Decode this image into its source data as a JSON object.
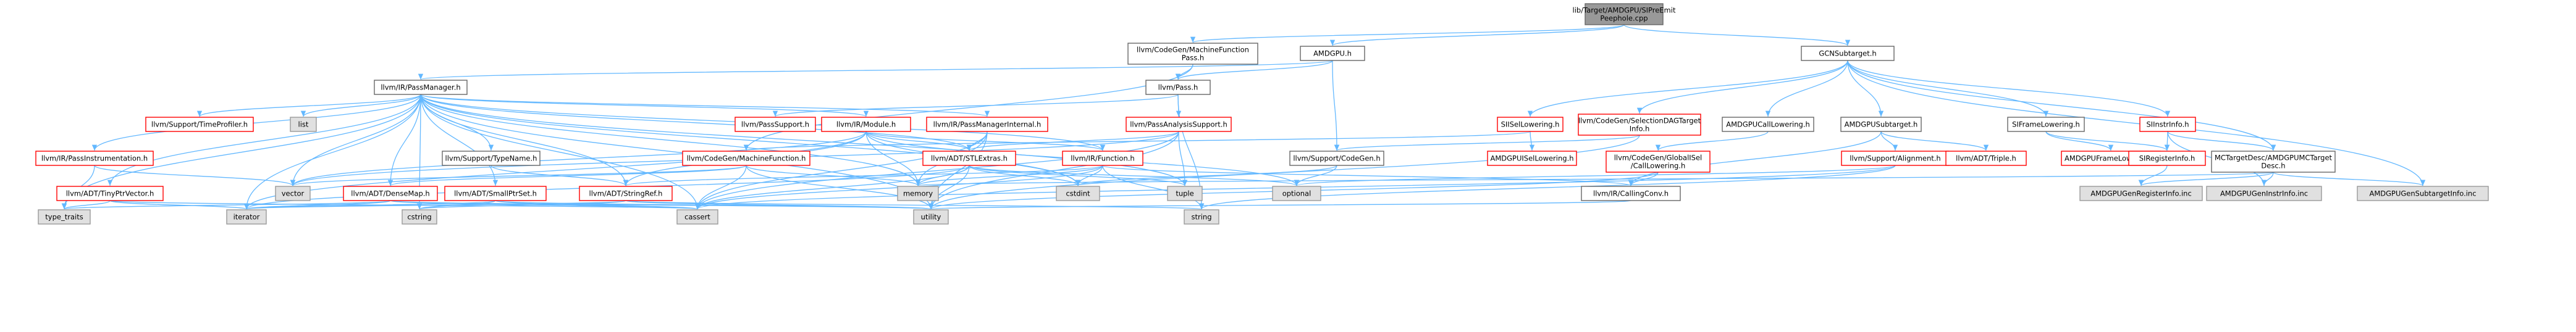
{
  "graph": {
    "title": "lib/Target/AMDGPU/SIPreEmitPeephole.cpp",
    "colors": {
      "edge": "#63b8ff",
      "root_fill": "#999999",
      "root_border": "#666666",
      "internal_fill": "#ffffff",
      "internal_border": "#666666",
      "external_fill": "#ffffff",
      "external_border": "#ff0000",
      "system_fill": "#e0e0e0",
      "system_border": "#999999"
    },
    "nodes": [
      {
        "id": "root",
        "lines": [
          "lib/Target/AMDGPU/SIPreEmit",
          "Peephole.cpp"
        ],
        "kind": "root"
      },
      {
        "id": "cg_mfp",
        "lines": [
          "llvm/CodeGen/MachineFunction",
          "Pass.h"
        ],
        "kind": "internal"
      },
      {
        "id": "amdgpu_h",
        "lines": [
          "AMDGPU.h"
        ],
        "kind": "internal"
      },
      {
        "id": "gcnsub",
        "lines": [
          "GCNSubtarget.h"
        ],
        "kind": "internal"
      },
      {
        "id": "passmgr",
        "lines": [
          "llvm/IR/PassManager.h"
        ],
        "kind": "internal"
      },
      {
        "id": "pass_h",
        "lines": [
          "llvm/Pass.h"
        ],
        "kind": "internal"
      },
      {
        "id": "timeprof",
        "lines": [
          "llvm/Support/TimeProfiler.h"
        ],
        "kind": "external"
      },
      {
        "id": "list",
        "lines": [
          "list"
        ],
        "kind": "system"
      },
      {
        "id": "passsupport",
        "lines": [
          "llvm/PassSupport.h"
        ],
        "kind": "external"
      },
      {
        "id": "module",
        "lines": [
          "llvm/IR/Module.h"
        ],
        "kind": "external"
      },
      {
        "id": "pmi",
        "lines": [
          "llvm/IR/PassManagerInternal.h"
        ],
        "kind": "external"
      },
      {
        "id": "pas",
        "lines": [
          "llvm/PassAnalysisSupport.h"
        ],
        "kind": "external"
      },
      {
        "id": "silower",
        "lines": [
          "SIISelLowering.h"
        ],
        "kind": "external"
      },
      {
        "id": "seldag",
        "lines": [
          "llvm/CodeGen/SelectionDAGTarget",
          "Info.h"
        ],
        "kind": "external"
      },
      {
        "id": "calllow",
        "lines": [
          "AMDGPUCallLowering.h"
        ],
        "kind": "internal"
      },
      {
        "id": "amdsub",
        "lines": [
          "AMDGPUSubtarget.h"
        ],
        "kind": "internal"
      },
      {
        "id": "siframe",
        "lines": [
          "SIFrameLowering.h"
        ],
        "kind": "internal"
      },
      {
        "id": "siinstr",
        "lines": [
          "SIInstrInfo.h"
        ],
        "kind": "external"
      },
      {
        "id": "passinst",
        "lines": [
          "llvm/IR/PassInstrumentation.h"
        ],
        "kind": "external"
      },
      {
        "id": "typename",
        "lines": [
          "llvm/Support/TypeName.h"
        ],
        "kind": "internal"
      },
      {
        "id": "cg_mf",
        "lines": [
          "llvm/CodeGen/MachineFunction.h"
        ],
        "kind": "external"
      },
      {
        "id": "stlextras",
        "lines": [
          "llvm/ADT/STLExtras.h"
        ],
        "kind": "external"
      },
      {
        "id": "function",
        "lines": [
          "llvm/IR/Function.h"
        ],
        "kind": "external"
      },
      {
        "id": "supcodegen",
        "lines": [
          "llvm/Support/CodeGen.h"
        ],
        "kind": "internal"
      },
      {
        "id": "amdisel",
        "lines": [
          "AMDGPUISelLowering.h"
        ],
        "kind": "external"
      },
      {
        "id": "gisel_cl",
        "lines": [
          "llvm/CodeGen/GlobalISel",
          "/CallLowering.h"
        ],
        "kind": "external"
      },
      {
        "id": "alignment",
        "lines": [
          "llvm/Support/Alignment.h"
        ],
        "kind": "external"
      },
      {
        "id": "triple",
        "lines": [
          "llvm/ADT/Triple.h"
        ],
        "kind": "external"
      },
      {
        "id": "amdframe",
        "lines": [
          "AMDGPUFrameLowering.h"
        ],
        "kind": "external"
      },
      {
        "id": "sireg",
        "lines": [
          "SIRegisterInfo.h"
        ],
        "kind": "external"
      },
      {
        "id": "mctdesc",
        "lines": [
          "MCTargetDesc/AMDGPUMCTarget",
          "Desc.h"
        ],
        "kind": "internal"
      },
      {
        "id": "tinyptr",
        "lines": [
          "llvm/ADT/TinyPtrVector.h"
        ],
        "kind": "external"
      },
      {
        "id": "vector",
        "lines": [
          "vector"
        ],
        "kind": "system"
      },
      {
        "id": "densemap",
        "lines": [
          "llvm/ADT/DenseMap.h"
        ],
        "kind": "external"
      },
      {
        "id": "smallptrset",
        "lines": [
          "llvm/ADT/SmallPtrSet.h"
        ],
        "kind": "external"
      },
      {
        "id": "stringref",
        "lines": [
          "llvm/ADT/StringRef.h"
        ],
        "kind": "external"
      },
      {
        "id": "memory",
        "lines": [
          "memory"
        ],
        "kind": "system"
      },
      {
        "id": "cstdint",
        "lines": [
          "cstdint"
        ],
        "kind": "system"
      },
      {
        "id": "tuple",
        "lines": [
          "tuple"
        ],
        "kind": "system"
      },
      {
        "id": "optional",
        "lines": [
          "optional"
        ],
        "kind": "system"
      },
      {
        "id": "callconv",
        "lines": [
          "llvm/IR/CallingConv.h"
        ],
        "kind": "internal"
      },
      {
        "id": "reginfo_inc",
        "lines": [
          "AMDGPUGenRegisterInfo.inc"
        ],
        "kind": "system"
      },
      {
        "id": "instrinfo_inc",
        "lines": [
          "AMDGPUGenInstrInfo.inc"
        ],
        "kind": "system"
      },
      {
        "id": "subinfo_inc",
        "lines": [
          "AMDGPUGenSubtargetInfo.inc"
        ],
        "kind": "system"
      },
      {
        "id": "type_traits",
        "lines": [
          "type_traits"
        ],
        "kind": "system"
      },
      {
        "id": "iterator",
        "lines": [
          "iterator"
        ],
        "kind": "system"
      },
      {
        "id": "cstring",
        "lines": [
          "cstring"
        ],
        "kind": "system"
      },
      {
        "id": "cassert",
        "lines": [
          "cassert"
        ],
        "kind": "system"
      },
      {
        "id": "utility",
        "lines": [
          "utility"
        ],
        "kind": "system"
      },
      {
        "id": "string",
        "lines": [
          "string"
        ],
        "kind": "system"
      }
    ],
    "edges": [
      [
        "root",
        "cg_mfp"
      ],
      [
        "root",
        "amdgpu_h"
      ],
      [
        "root",
        "gcnsub"
      ],
      [
        "cg_mfp",
        "pass_h"
      ],
      [
        "cg_mfp",
        "cg_mf"
      ],
      [
        "amdgpu_h",
        "passmgr"
      ],
      [
        "amdgpu_h",
        "pass_h"
      ],
      [
        "amdgpu_h",
        "supcodegen"
      ],
      [
        "gcnsub",
        "silower"
      ],
      [
        "gcnsub",
        "seldag"
      ],
      [
        "gcnsub",
        "calllow"
      ],
      [
        "gcnsub",
        "amdsub"
      ],
      [
        "gcnsub",
        "siframe"
      ],
      [
        "gcnsub",
        "siinstr"
      ],
      [
        "gcnsub",
        "mctdesc"
      ],
      [
        "gcnsub",
        "subinfo_inc"
      ],
      [
        "passmgr",
        "timeprof"
      ],
      [
        "passmgr",
        "list"
      ],
      [
        "passmgr",
        "module"
      ],
      [
        "passmgr",
        "pmi"
      ],
      [
        "passmgr",
        "passinst"
      ],
      [
        "passmgr",
        "typename"
      ],
      [
        "passmgr",
        "tinyptr"
      ],
      [
        "passmgr",
        "vector"
      ],
      [
        "passmgr",
        "densemap"
      ],
      [
        "passmgr",
        "smallptrset"
      ],
      [
        "passmgr",
        "stringref"
      ],
      [
        "passmgr",
        "stlextras"
      ],
      [
        "passmgr",
        "function"
      ],
      [
        "passmgr",
        "memory"
      ],
      [
        "passmgr",
        "cstdint"
      ],
      [
        "passmgr",
        "tuple"
      ],
      [
        "passmgr",
        "type_traits"
      ],
      [
        "passmgr",
        "iterator"
      ],
      [
        "passmgr",
        "cstring"
      ],
      [
        "passmgr",
        "utility"
      ],
      [
        "passmgr",
        "cassert"
      ],
      [
        "pass_h",
        "passsupport"
      ],
      [
        "pass_h",
        "pas"
      ],
      [
        "pass_h",
        "string"
      ],
      [
        "module",
        "stringref"
      ],
      [
        "module",
        "function"
      ],
      [
        "module",
        "stlextras"
      ],
      [
        "module",
        "cstdint"
      ],
      [
        "module",
        "iterator"
      ],
      [
        "module",
        "memory"
      ],
      [
        "module",
        "optional"
      ],
      [
        "module",
        "vector"
      ],
      [
        "pmi",
        "stlextras"
      ],
      [
        "pmi",
        "memory"
      ],
      [
        "pmi",
        "utility"
      ],
      [
        "pmi",
        "cassert"
      ],
      [
        "pas",
        "tuple"
      ],
      [
        "pas",
        "cassert"
      ],
      [
        "pas",
        "utility"
      ],
      [
        "pas",
        "vector"
      ],
      [
        "pas",
        "stlextras"
      ],
      [
        "silower",
        "amdisel"
      ],
      [
        "silower",
        "cg_mf"
      ],
      [
        "seldag",
        "supcodegen"
      ],
      [
        "seldag",
        "utility"
      ],
      [
        "calllow",
        "gisel_cl"
      ],
      [
        "amdsub",
        "alignment"
      ],
      [
        "amdsub",
        "triple"
      ],
      [
        "amdsub",
        "callconv"
      ],
      [
        "siframe",
        "amdframe"
      ],
      [
        "siframe",
        "sireg"
      ],
      [
        "siinstr",
        "sireg"
      ],
      [
        "siinstr",
        "instrinfo_inc"
      ],
      [
        "siinstr",
        "mctdesc"
      ],
      [
        "passinst",
        "type_traits"
      ],
      [
        "passinst",
        "vector"
      ],
      [
        "typename",
        "stringref"
      ],
      [
        "cg_mf",
        "densemap"
      ],
      [
        "cg_mf",
        "cassert"
      ],
      [
        "cg_mf",
        "utility"
      ],
      [
        "cg_mf",
        "memory"
      ],
      [
        "cg_mf",
        "vector"
      ],
      [
        "stlextras",
        "cstdint"
      ],
      [
        "stlextras",
        "optional"
      ],
      [
        "stlextras",
        "iterator"
      ],
      [
        "stlextras",
        "utility"
      ],
      [
        "stlextras",
        "memory"
      ],
      [
        "stlextras",
        "tuple"
      ],
      [
        "stlextras",
        "cassert"
      ],
      [
        "function",
        "callconv"
      ],
      [
        "function",
        "string"
      ],
      [
        "function",
        "memory"
      ],
      [
        "function",
        "cstdint"
      ],
      [
        "function",
        "cassert"
      ],
      [
        "function",
        "stringref"
      ],
      [
        "supcodegen",
        "cstdint"
      ],
      [
        "supcodegen",
        "optional"
      ],
      [
        "gisel_cl",
        "callconv"
      ],
      [
        "gisel_cl",
        "utility"
      ],
      [
        "alignment",
        "cassert"
      ],
      [
        "alignment",
        "optional"
      ],
      [
        "alignment",
        "string"
      ],
      [
        "sireg",
        "reginfo_inc"
      ],
      [
        "mctdesc",
        "reginfo_inc"
      ],
      [
        "mctdesc",
        "instrinfo_inc"
      ],
      [
        "mctdesc",
        "subinfo_inc"
      ],
      [
        "mctdesc",
        "memory"
      ],
      [
        "tinyptr",
        "iterator"
      ],
      [
        "tinyptr",
        "type_traits"
      ],
      [
        "tinyptr",
        "cassert"
      ],
      [
        "densemap",
        "type_traits"
      ],
      [
        "densemap",
        "iterator"
      ],
      [
        "densemap",
        "cassert"
      ],
      [
        "densemap",
        "utility"
      ],
      [
        "smallptrset",
        "iterator"
      ],
      [
        "smallptrset",
        "cstring"
      ],
      [
        "smallptrset",
        "cassert"
      ],
      [
        "smallptrset",
        "utility"
      ],
      [
        "stringref",
        "string"
      ],
      [
        "stringref",
        "cstring"
      ],
      [
        "stringref",
        "utility"
      ],
      [
        "stringref",
        "iterator"
      ],
      [
        "callconv",
        "utility"
      ]
    ]
  }
}
